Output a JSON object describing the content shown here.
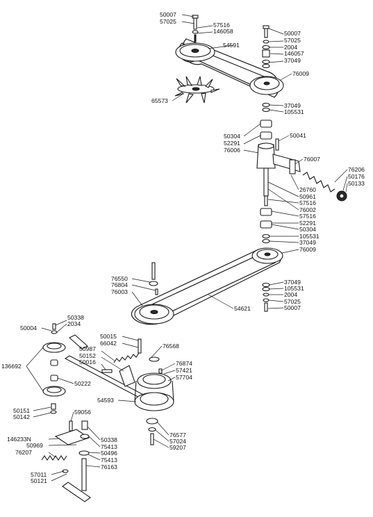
{
  "diagram": {
    "type": "exploded-parts-diagram",
    "labels": {
      "l50007a": "50007",
      "l57025a": "57025",
      "l57516a": "57516",
      "l146058": "146058",
      "l54591": "54591",
      "l65573": "65573",
      "l50007b": "50007",
      "l57025b": "57025",
      "l2004a": "2004",
      "l146057": "146057",
      "l37049a": "37049",
      "l76009a": "76009",
      "l37049b": "37049",
      "l105531a": "105531",
      "l50304a": "50304",
      "l52291a": "52291",
      "l76006": "76006",
      "l50041": "50041",
      "l76007": "76007",
      "l76206": "76206",
      "l50176": "50176",
      "l50133": "50133",
      "l26760": "26760",
      "l50961": "50961",
      "l57516b": "57516",
      "l76002": "76002",
      "l57516c": "57516",
      "l52291b": "52291",
      "l50304b": "50304",
      "l105531b": "105531",
      "l37049c": "37049",
      "l76009b": "76009",
      "l76550": "76550",
      "l76804": "76804",
      "l76003": "76003",
      "l37049d": "37049",
      "l105531c": "105531",
      "l2004b": "2004",
      "l57025c": "57025",
      "l50007c": "50007",
      "l54621": "54621",
      "l50004": "50004",
      "l50338a": "50338",
      "l2034": "2034",
      "l136692": "136692",
      "l50222": "50222",
      "l50151": "50151",
      "l50142": "50142",
      "l50015": "50015",
      "l66042": "66042",
      "l76568": "76568",
      "l50987": "50987",
      "l50152": "50152",
      "l50016": "50016",
      "l76874": "76874",
      "l57421": "57421",
      "l57704": "57704",
      "l54593": "54593",
      "l59056": "59056",
      "l146233N": "146233N",
      "l50969": "50969",
      "l76207": "76207",
      "l50338b": "50338",
      "l75413a": "75413",
      "l50496": "50496",
      "l75413b": "75413",
      "l57011": "57011",
      "l50121": "50121",
      "l76163": "76163",
      "l76577": "76577",
      "l57024": "57024",
      "l59207": "59207"
    }
  }
}
